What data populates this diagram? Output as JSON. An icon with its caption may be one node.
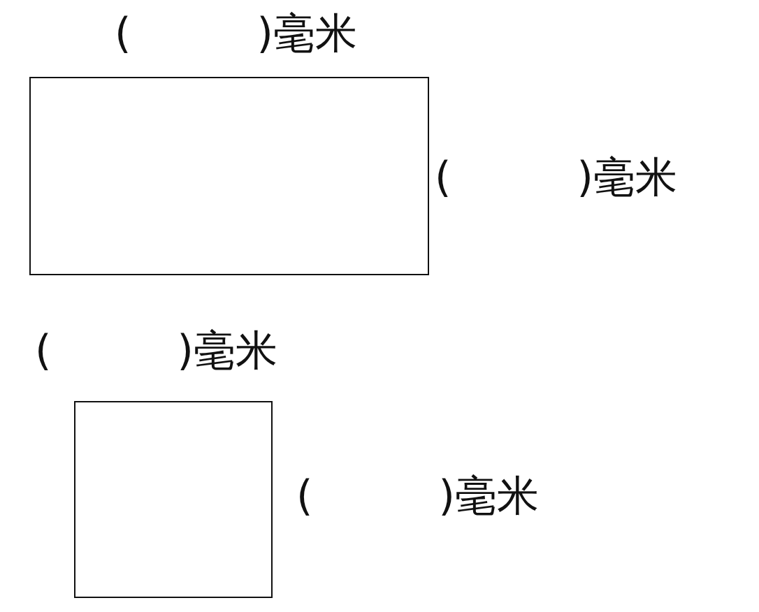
{
  "diagram": {
    "nodes": [
      {
        "text": [],
        "shape": "box",
        "beside": [
          "(　　　)毫米",
          "(　　　)毫米"
        ]
      },
      {
        "text": [],
        "shape": "box",
        "beside": [
          "(　　　)毫米",
          "(　　　)毫米"
        ]
      }
    ]
  }
}
